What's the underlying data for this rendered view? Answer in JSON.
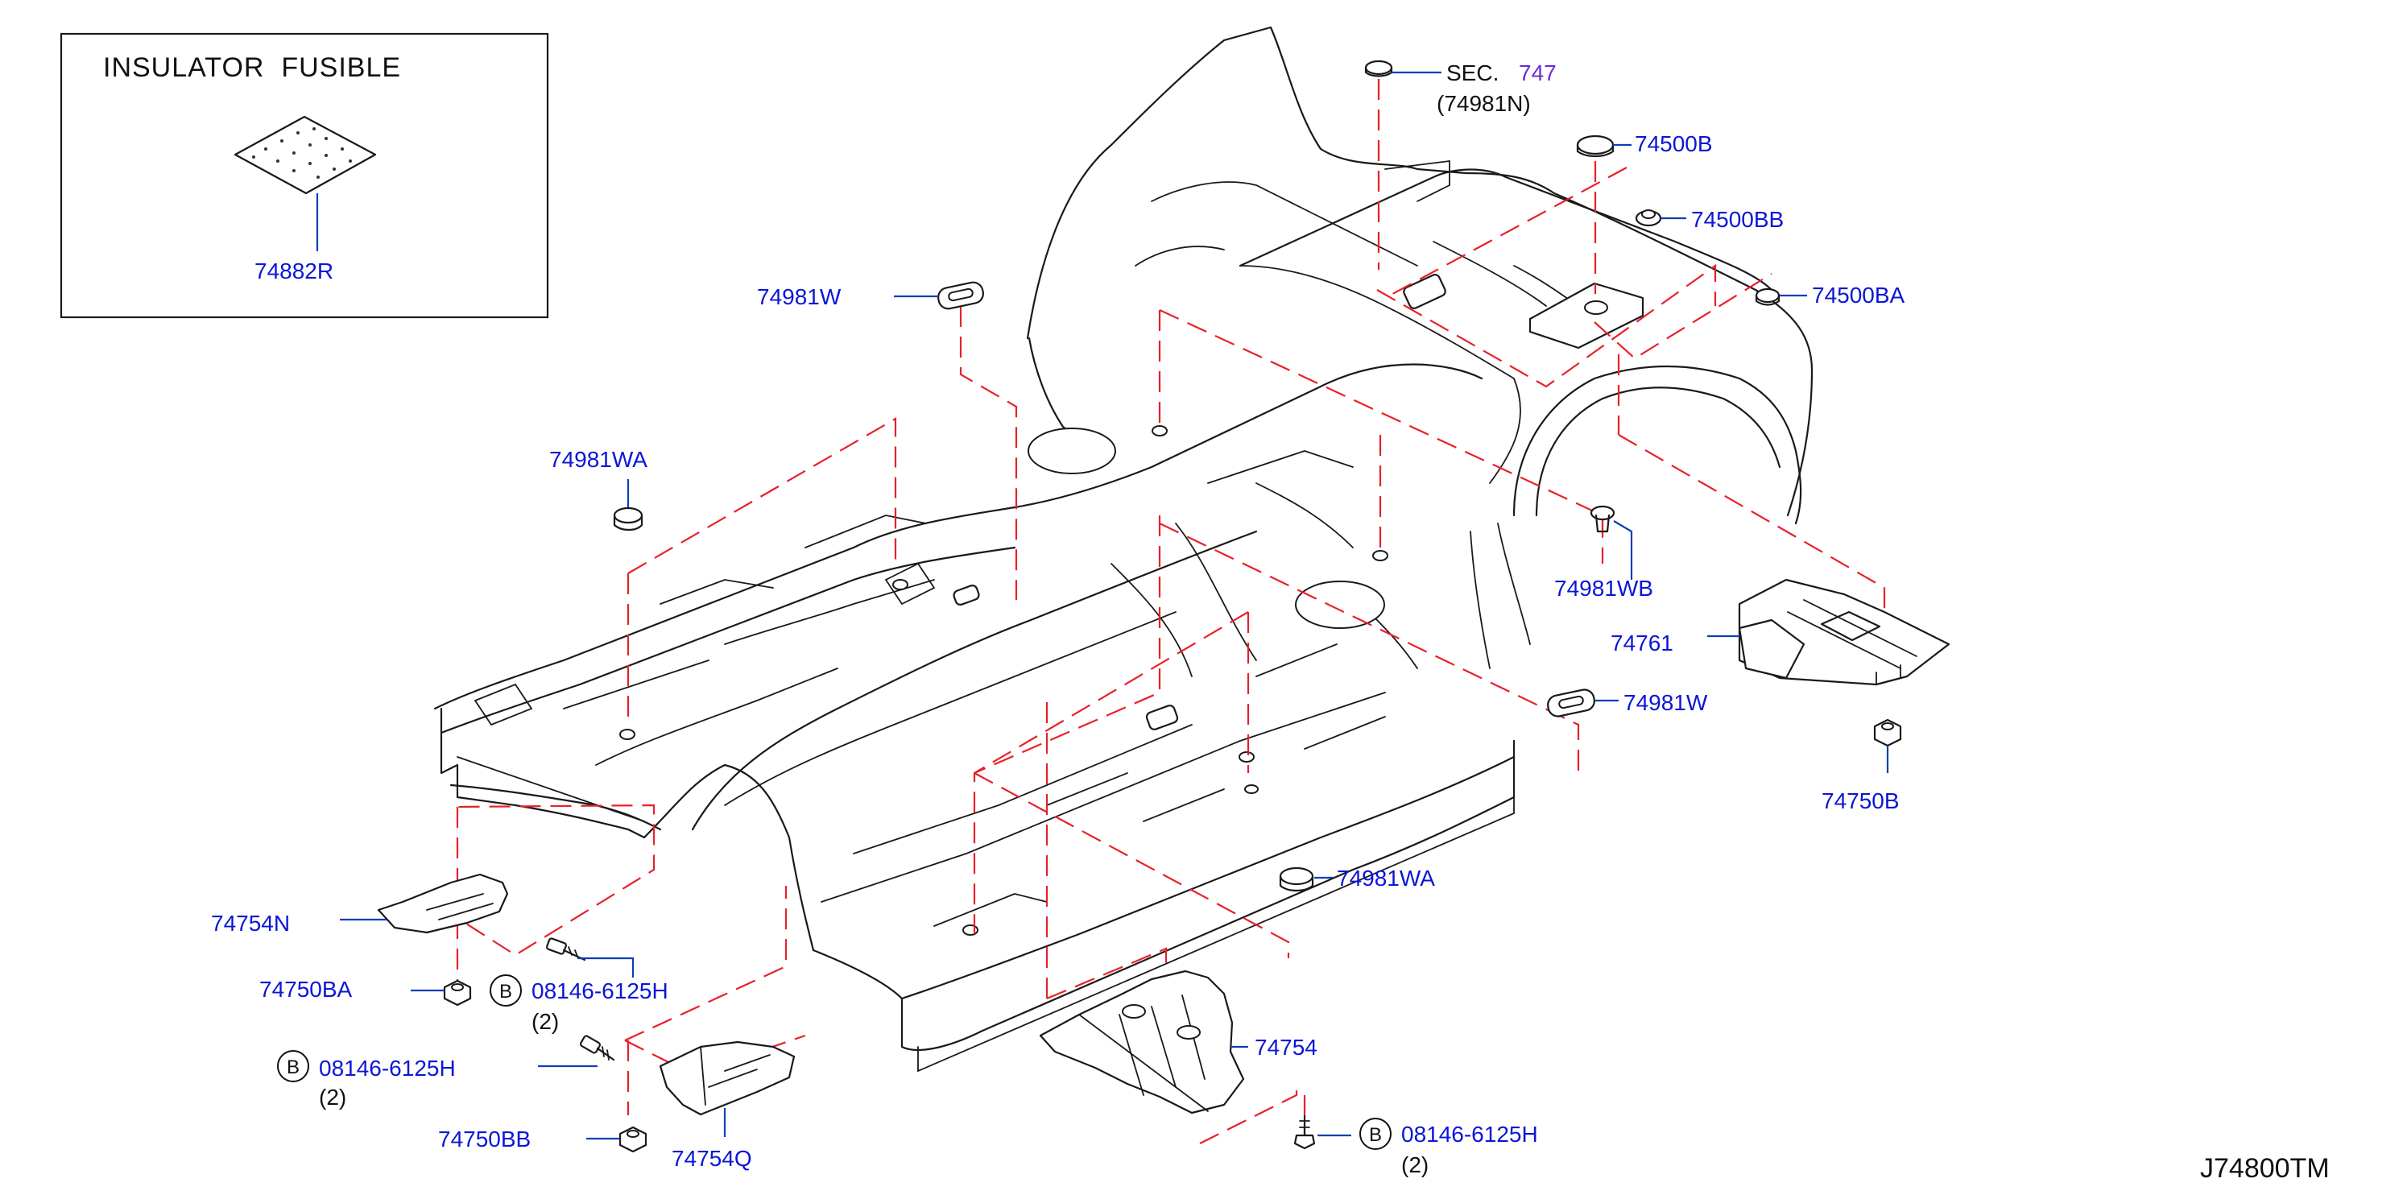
{
  "inset": {
    "title": "INSULATOR  FUSIBLE",
    "part": "74882R"
  },
  "labels": {
    "sec": "SEC.",
    "sec_num": "747",
    "sec_sub": "(74981N)",
    "p74500B": "74500B",
    "p74500BB": "74500BB",
    "p74500BA": "74500BA",
    "p74981W_top": "74981W",
    "p74981WA_left": "74981WA",
    "p74981WB": "74981WB",
    "p74761": "74761",
    "p74981W_right": "74981W",
    "p74750B": "74750B",
    "p74981WA_mid": "74981WA",
    "p74754N": "74754N",
    "p74750BA": "74750BA",
    "p74754": "74754",
    "p74750BB": "74750BB",
    "p74754Q": "74754Q"
  },
  "bolts": [
    {
      "letter": "B",
      "part": "08146-6125H",
      "qty": "(2)"
    },
    {
      "letter": "B",
      "part": "08146-6125H",
      "qty": "(2)"
    },
    {
      "letter": "B",
      "part": "08146-6125H",
      "qty": "(2)"
    }
  ],
  "diagram_code": "J74800TM",
  "colors": {
    "label": "#0b16d6",
    "guide": "#e8202a",
    "leader": "#0b3fb5",
    "section_ref": "#6a2bd8"
  }
}
